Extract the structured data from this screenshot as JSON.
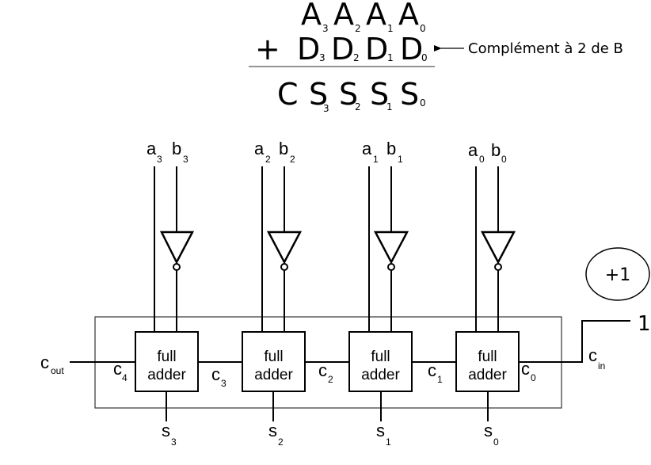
{
  "equation": {
    "row_a": [
      {
        "letter": "A",
        "index": "3"
      },
      {
        "letter": "A",
        "index": "2"
      },
      {
        "letter": "A",
        "index": "1"
      },
      {
        "letter": "A",
        "index": "0"
      }
    ],
    "plus_sign": "+",
    "row_d": [
      {
        "letter": "D",
        "index": "3"
      },
      {
        "letter": "D",
        "index": "2"
      },
      {
        "letter": "D",
        "index": "1"
      },
      {
        "letter": "D",
        "index": "0"
      }
    ],
    "annotation": "Complément à 2 de B",
    "carry_letter": "C",
    "row_s": [
      {
        "letter": "S",
        "index": "3"
      },
      {
        "letter": "S",
        "index": "2"
      },
      {
        "letter": "S",
        "index": "1"
      },
      {
        "letter": "S",
        "index": "0"
      }
    ]
  },
  "circuit": {
    "stages": [
      {
        "a": "a",
        "a_sub": "3",
        "b": "b",
        "b_sub": "3",
        "adder_line1": "full",
        "adder_line2": "adder",
        "carry_out": "c",
        "carry_out_sub": "4",
        "sum": "s",
        "sum_sub": "3"
      },
      {
        "a": "a",
        "a_sub": "2",
        "b": "b",
        "b_sub": "2",
        "adder_line1": "full",
        "adder_line2": "adder",
        "carry_out": "c",
        "carry_out_sub": "3",
        "sum": "s",
        "sum_sub": "2"
      },
      {
        "a": "a",
        "a_sub": "1",
        "b": "b",
        "b_sub": "1",
        "adder_line1": "full",
        "adder_line2": "adder",
        "carry_out": "c",
        "carry_out_sub": "2",
        "sum": "s",
        "sum_sub": "1"
      },
      {
        "a": "a",
        "a_sub": "0",
        "b": "b",
        "b_sub": "0",
        "adder_line1": "full",
        "adder_line2": "adder",
        "carry_out": "c",
        "carry_out_sub": "1",
        "sum": "s",
        "sum_sub": "0"
      }
    ],
    "carry_in_inner": {
      "label": "c",
      "sub": "0"
    },
    "cout": {
      "label": "c",
      "sub": "out"
    },
    "cin": {
      "label": "c",
      "sub": "in"
    },
    "cin_value": "1",
    "plus_one": "+1"
  }
}
